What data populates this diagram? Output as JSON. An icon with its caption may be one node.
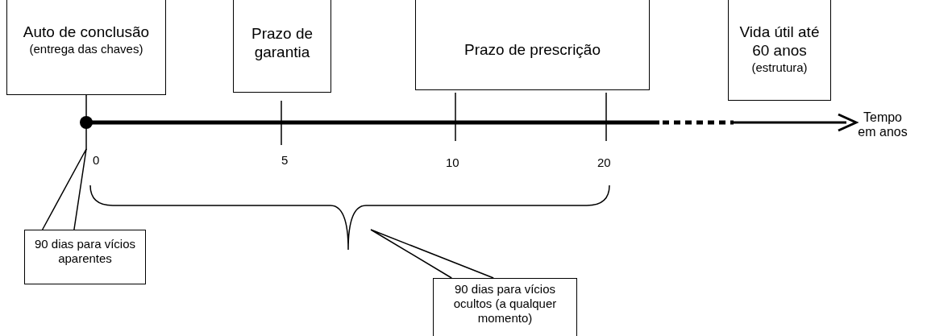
{
  "diagram": {
    "nodes": [
      {
        "text": [
          "Auto de conclusão",
          "(entrega das chaves)"
        ]
      },
      {
        "text": [
          "Prazo de garantia"
        ]
      },
      {
        "text": [
          "Prazo de prescrição"
        ]
      },
      {
        "text": [
          "Vida útil até 60 anos",
          "(estrutura)"
        ]
      },
      {
        "text": [
          "90 dias para vícios aparentes"
        ]
      },
      {
        "text": [
          "90 dias para vícios ocultos (a qualquer momento)"
        ]
      }
    ],
    "edges": [
      {
        "from": 0,
        "to": null,
        "arrow": "none"
      },
      {
        "from": 4,
        "to": null,
        "arrow": "none"
      },
      {
        "from": 5,
        "to": null,
        "arrow": "none"
      }
    ],
    "labels": [
      "Tempo em anos",
      "0",
      "5",
      "10",
      "20"
    ]
  }
}
